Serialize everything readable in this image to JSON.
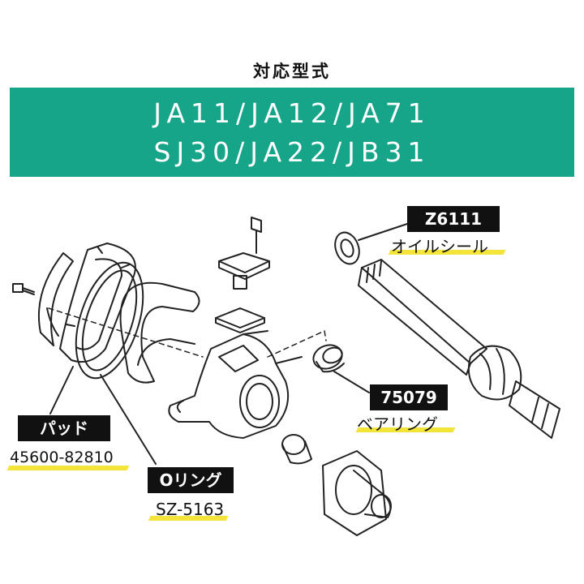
{
  "header": {
    "title": "対応型式",
    "models_line1": "JA11/JA12/JA71",
    "models_line2": "SJ30/JA22/JB31"
  },
  "colors": {
    "banner": "#17a58a",
    "highlight": "#f4e43a",
    "label_bg": "#111111"
  },
  "parts": {
    "oil_seal": {
      "code": "Z6111",
      "name": "オイルシール"
    },
    "bearing": {
      "code": "75079",
      "name": "ベアリング"
    },
    "pad": {
      "name": "パッド",
      "code": "45600-82810"
    },
    "o_ring": {
      "name": "Oリング",
      "code": "SZ-5163"
    }
  }
}
